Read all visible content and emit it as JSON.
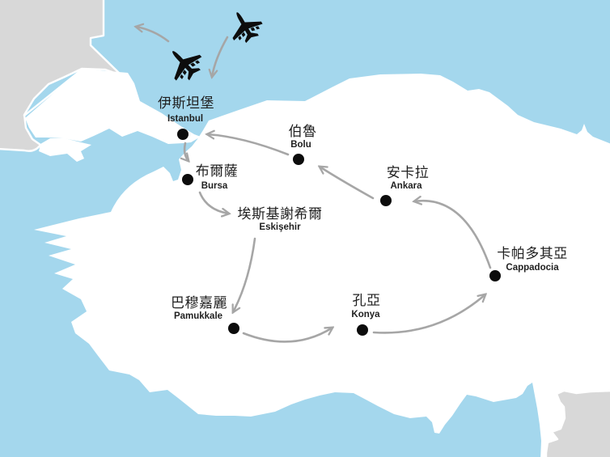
{
  "map": {
    "colors": {
      "sea": "#a4d7ed",
      "turkey_land": "#ffffff",
      "neighbor_land": "#d8d8d8",
      "route_arrow": "#a6a6a6",
      "city_marker": "#0c0c0c",
      "plane": "#0d0d0d",
      "label": "#1f1f1f"
    },
    "cities": [
      {
        "zh": "伊斯坦堡",
        "en": "Istanbul"
      },
      {
        "zh": "伯魯",
        "en": "Bolu"
      },
      {
        "zh": "布爾薩",
        "en": "Bursa"
      },
      {
        "zh": "安卡拉",
        "en": "Ankara"
      },
      {
        "zh": "埃斯基謝希爾",
        "en": "Eskişehir"
      },
      {
        "zh": "巴穆嘉麗",
        "en": "Pamukkale"
      },
      {
        "zh": "孔亞",
        "en": "Konya"
      },
      {
        "zh": "卡帕多其亞",
        "en": "Cappadocia"
      }
    ],
    "route_sequence": [
      "Istanbul",
      "Bursa",
      "Eskişehir",
      "Pamukkale",
      "Konya",
      "Cappadocia",
      "Ankara",
      "Bolu",
      "Istanbul"
    ],
    "planes": [
      "airplane-departing",
      "airplane-arriving"
    ]
  }
}
